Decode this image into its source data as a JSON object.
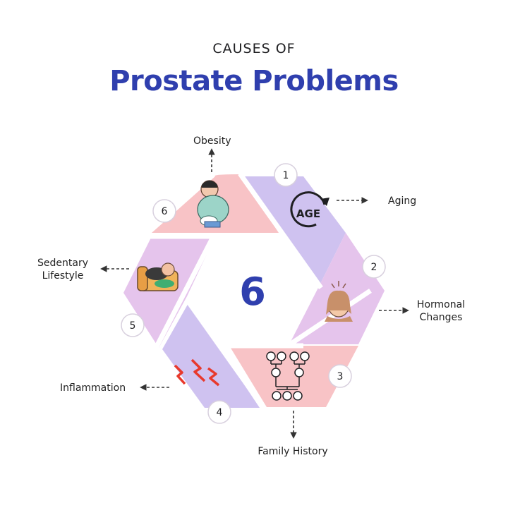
{
  "header": {
    "subtitle": "CAUSES OF",
    "title": "Prostate Problems"
  },
  "center_label": "6",
  "colors": {
    "title": "#2f3fae",
    "pink": "#f8c3c6",
    "lavender": "#cfc2f0",
    "mauve": "#e5c4ec",
    "dark": "#1f1f22"
  },
  "causes": [
    {
      "number": "1",
      "label": "Aging",
      "icon": "age-cycle-icon"
    },
    {
      "number": "2",
      "label": "Hormonal Changes",
      "icon": "stressed-woman-icon"
    },
    {
      "number": "3",
      "label": "Family History",
      "icon": "family-tree-icon"
    },
    {
      "number": "4",
      "label": "Inflammation",
      "icon": "lightning-pain-icon"
    },
    {
      "number": "5",
      "label": "Sedentary Lifestyle",
      "icon": "person-on-couch-icon"
    },
    {
      "number": "6",
      "label": "Obesity",
      "icon": "overweight-person-icon"
    }
  ],
  "icon_text": {
    "age": "AGE"
  }
}
